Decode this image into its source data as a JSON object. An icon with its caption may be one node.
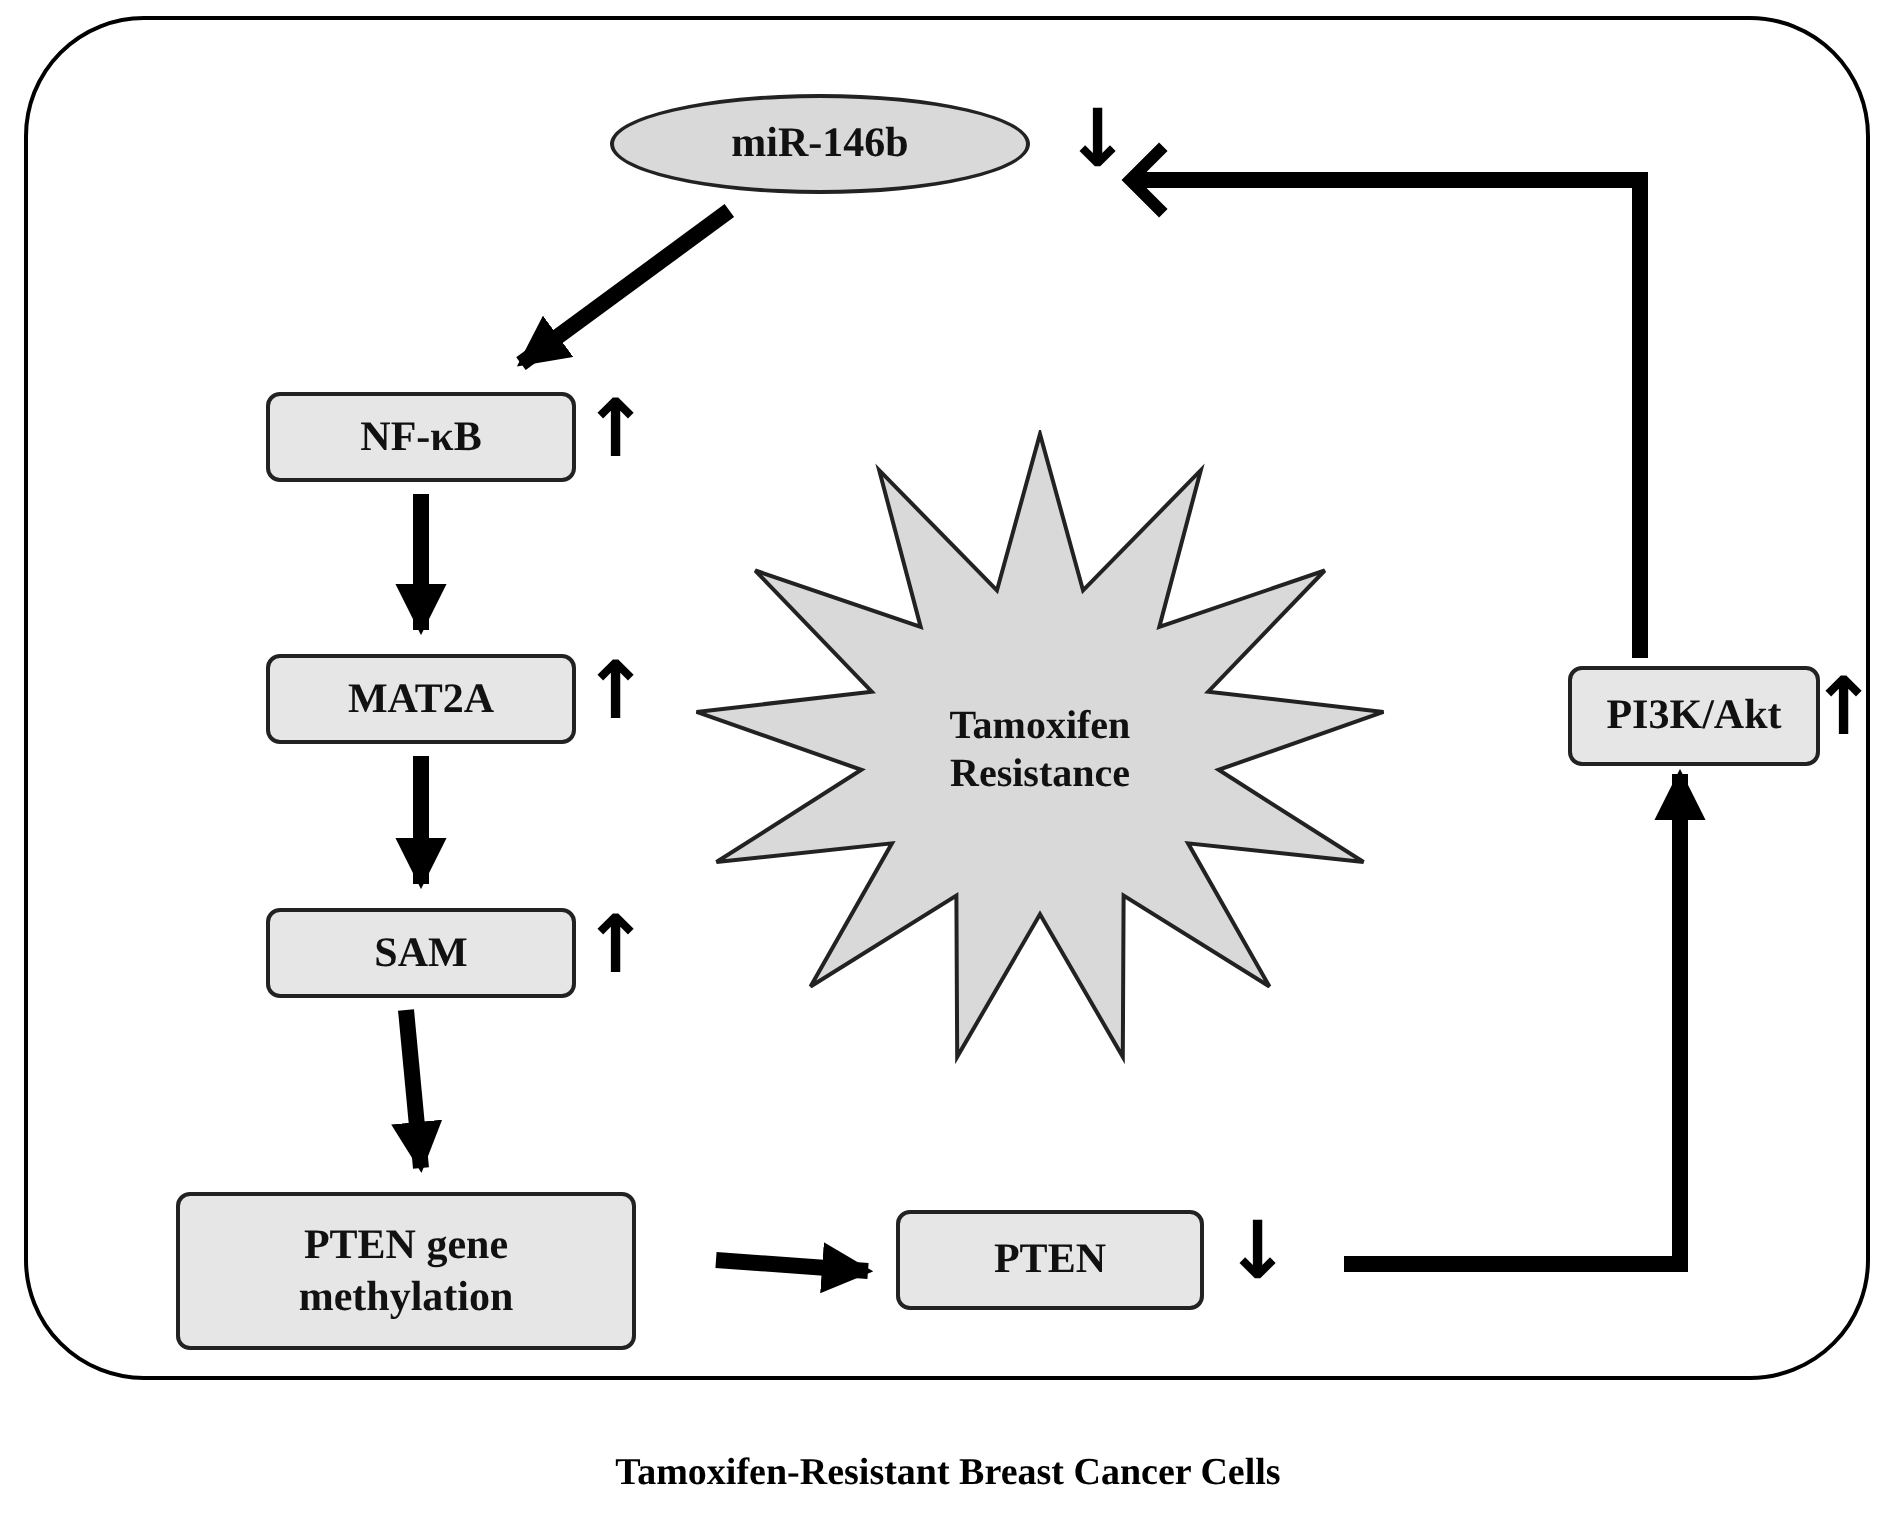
{
  "diagram": {
    "nodes": [
      {
        "text": [
          "Tamoxifen-Resistant Breast Cancer Cells"
        ]
      },
      {
        "text": [
          "miR-146b"
        ],
        "in": 0,
        "beside": [
          "↓"
        ]
      },
      {
        "text": [
          "NF-κB"
        ],
        "in": 0,
        "beside": [
          "↑"
        ]
      },
      {
        "text": [
          "MAT2A"
        ],
        "in": 0,
        "beside": [
          "↑"
        ]
      },
      {
        "text": [
          "SAM"
        ],
        "in": 0,
        "beside": [
          "↑"
        ]
      },
      {
        "text": [
          "PTEN gene methylation"
        ],
        "in": 0
      },
      {
        "text": [
          "PTEN"
        ],
        "in": 0,
        "beside": [
          "↓"
        ]
      },
      {
        "text": [
          "PI3K/Akt"
        ],
        "in": 0,
        "beside": [
          "↑"
        ]
      },
      {
        "text": [
          "Tamoxifen Resistance"
        ],
        "in": 0
      }
    ],
    "edges": [
      {
        "from": 1,
        "to": 2,
        "arrow": "to"
      },
      {
        "from": 2,
        "to": 3,
        "arrow": "to"
      },
      {
        "from": 3,
        "to": 4,
        "arrow": "to"
      },
      {
        "from": 4,
        "to": 5,
        "arrow": "to"
      },
      {
        "from": 5,
        "to": 6,
        "arrow": "to"
      },
      {
        "from": 6,
        "to": 7,
        "arrow": "to"
      },
      {
        "from": 7,
        "to": 1,
        "arrow": "to"
      }
    ]
  }
}
